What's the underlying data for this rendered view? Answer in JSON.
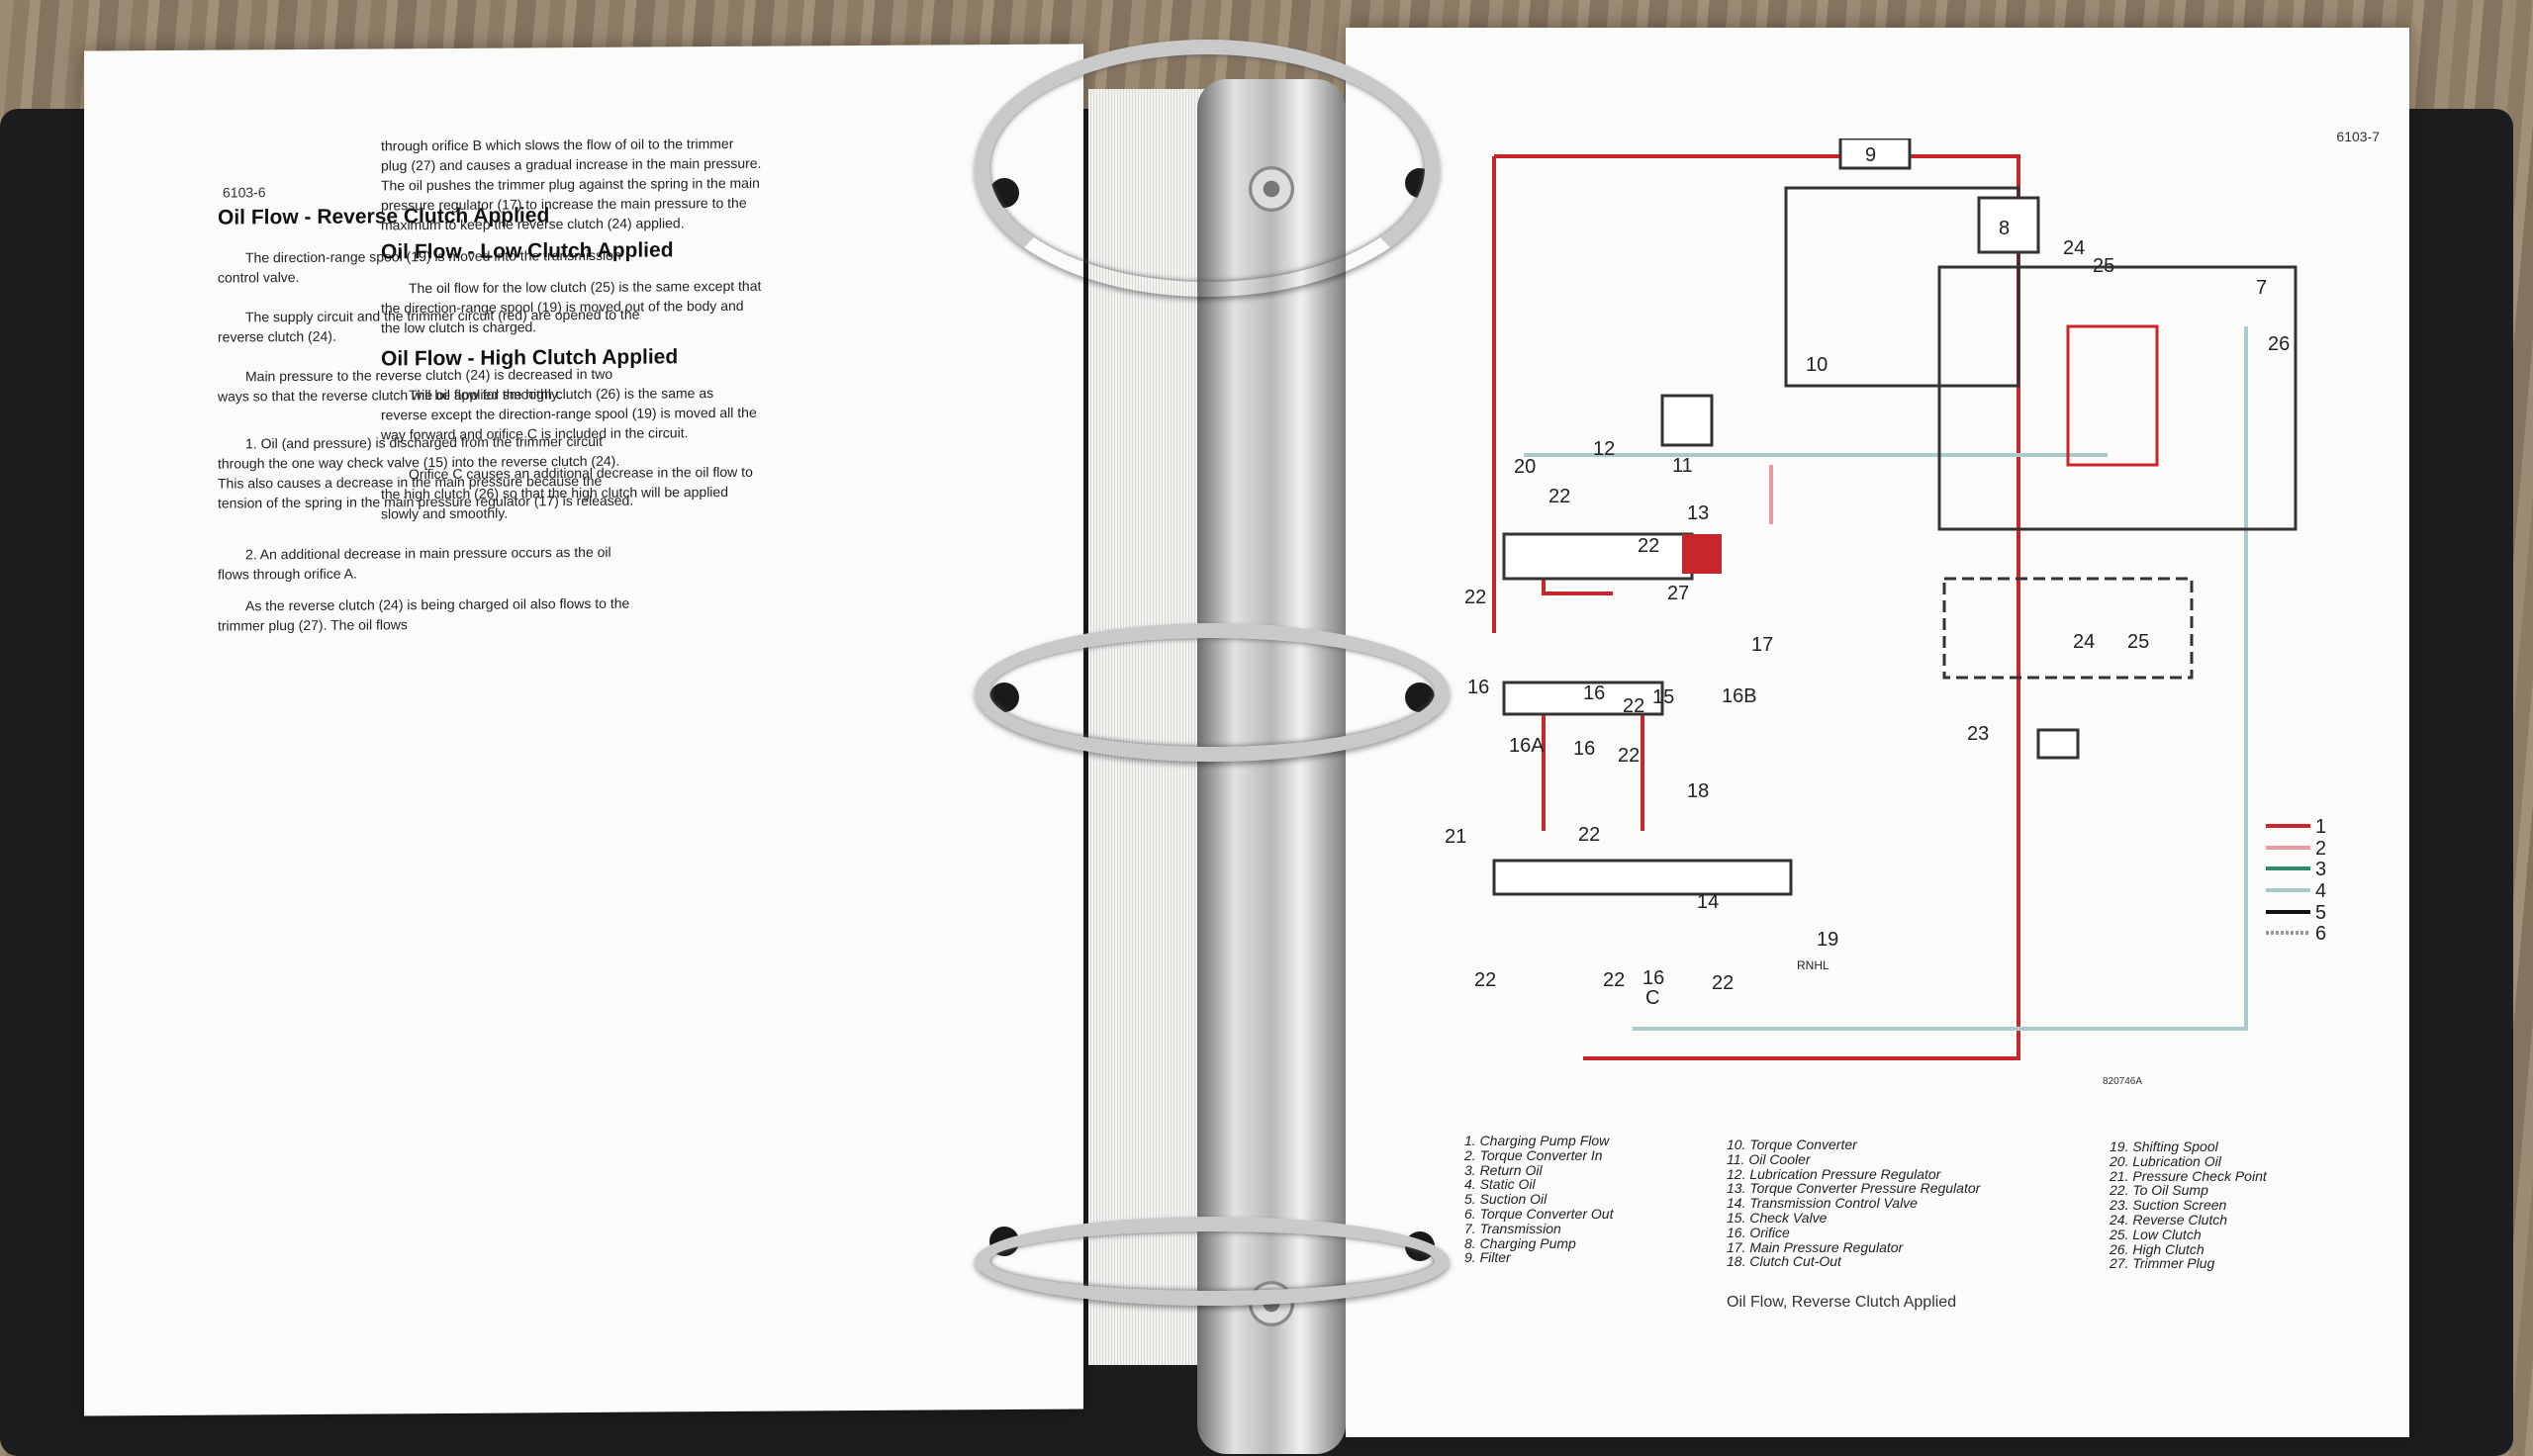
{
  "left_page": {
    "page_number": "6103-6",
    "col1": {
      "heading": "Oil Flow - Reverse Clutch Applied",
      "paragraphs": [
        "The direction-range spool (19) is moved into the transmission control valve.",
        "The supply circuit and the trimmer circuit (red) are opened to the reverse clutch (24).",
        "Main pressure to the reverse clutch (24) is decreased in two ways so that the reverse clutch will be applied smoothly.",
        "1. Oil (and pressure) is discharged from the trimmer circuit through the one way check valve (15) into the reverse clutch (24). This also causes a decrease in the main pressure because the tension of the spring in the main pressure regulator (17) is released.",
        "2. An additional decrease in main pressure occurs as the oil flows through orifice A.",
        "As the reverse clutch (24) is being charged oil also flows to the trimmer plug (27). The oil flows"
      ]
    },
    "col2": {
      "intro": "through orifice B which slows the flow of oil to the trimmer plug (27) and causes a gradual increase in the main pressure. The oil pushes the trimmer plug against the spring in the main pressure regulator (17) to increase the main pressure to the maximum to keep the reverse clutch (24) applied.",
      "heading_low": "Oil Flow - Low Clutch Applied",
      "para_low": "The oil flow for the low clutch (25) is the same except that the direction-range spool (19) is moved out of the body and the low clutch is charged.",
      "heading_high": "Oil Flow - High Clutch Applied",
      "para_high_1": "The oil flow for the high clutch (26) is the same as reverse except the direction-range spool (19) is moved all the way forward and orifice C is included in the circuit.",
      "para_high_2": "Orifice C causes an additional decrease in the oil flow to the high clutch (26) so that the high clutch will be applied slowly and smoothly."
    }
  },
  "right_page": {
    "page_number": "6103-7",
    "figure_code": "820746A",
    "caption": "Oil Flow, Reverse Clutch Applied",
    "color_key": [
      "1",
      "2",
      "3",
      "4",
      "5",
      "6"
    ],
    "colors": {
      "charging": "#c8262c",
      "converter_in": "#e79aa0",
      "return": "#2e8a68",
      "static": "#a9c9cc",
      "suction": "#111111",
      "converter_out": "#9a9a9a"
    },
    "diagram_labels": [
      "9",
      "8",
      "24",
      "25",
      "7",
      "26",
      "10",
      "11",
      "12",
      "20",
      "22",
      "13",
      "22",
      "22",
      "27",
      "17",
      "16",
      "16",
      "15",
      "16B",
      "22",
      "16A",
      "16",
      "22",
      "18",
      "21",
      "22",
      "14",
      "19",
      "RNHL",
      "22",
      "22",
      "16",
      "C",
      "22",
      "24",
      "25",
      "23"
    ],
    "legend_col1": [
      "1. Charging Pump Flow",
      "2. Torque Converter In",
      "3. Return Oil",
      "4. Static Oil",
      "5. Suction Oil",
      "6. Torque Converter Out",
      "7. Transmission",
      "8. Charging Pump",
      "9. Filter"
    ],
    "legend_col2": [
      "10. Torque Converter",
      "11. Oil Cooler",
      "12. Lubrication Pressure Regulator",
      "13. Torque Converter Pressure Regulator",
      "14. Transmission Control Valve",
      "15. Check Valve",
      "16. Orifice",
      "17. Main Pressure Regulator",
      "18. Clutch Cut-Out"
    ],
    "legend_col3": [
      "19. Shifting Spool",
      "20. Lubrication Oil",
      "21. Pressure Check Point",
      "22. To Oil Sump",
      "23. Suction Screen",
      "24. Reverse Clutch",
      "25. Low Clutch",
      "26. High Clutch",
      "27. Trimmer Plug"
    ]
  }
}
